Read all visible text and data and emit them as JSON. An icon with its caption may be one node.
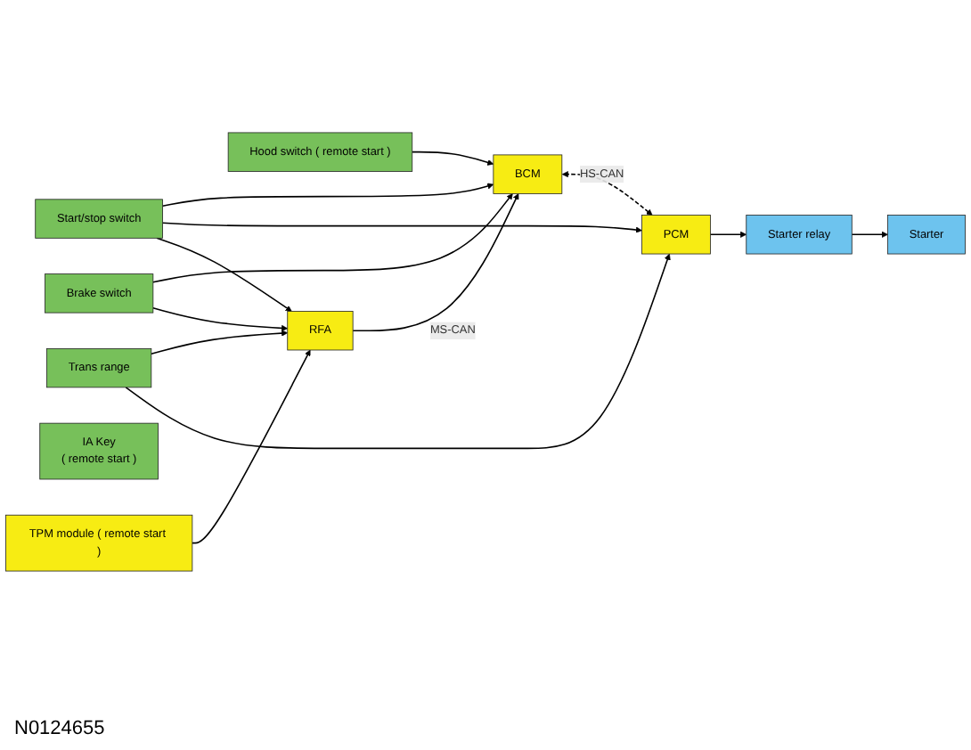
{
  "diagram": {
    "nodes": [
      {
        "text": [
          "Start/stop switch"
        ]
      },
      {
        "text": [
          "Hood switch ( remote start )"
        ]
      },
      {
        "text": [
          "Brake switch"
        ]
      },
      {
        "text": [
          "BCM"
        ]
      },
      {
        "text": [
          "PCM"
        ]
      },
      {
        "text": [
          "TPM module ( remote start )"
        ]
      },
      {
        "text": [
          "RFA"
        ]
      },
      {
        "text": [
          "Starter relay"
        ]
      },
      {
        "text": [
          "IA Key",
          "( remote start )"
        ]
      },
      {
        "text": [
          "Trans range"
        ]
      },
      {
        "text": [
          "Starter"
        ]
      }
    ],
    "edges": [
      {
        "from": 0,
        "to": 3,
        "arrow": "to"
      },
      {
        "from": 0,
        "to": 4,
        "arrow": "to"
      },
      {
        "from": 1,
        "to": 3,
        "arrow": "to"
      },
      {
        "from": 2,
        "to": 3,
        "arrow": "to"
      },
      {
        "from": 2,
        "to": 6,
        "arrow": "to"
      },
      {
        "from": 0,
        "to": 6,
        "arrow": "to"
      },
      {
        "from": 5,
        "to": 6,
        "arrow": "to"
      },
      {
        "from": 9,
        "to": 6,
        "arrow": "to"
      },
      {
        "from": 9,
        "to": 4,
        "arrow": "to"
      },
      {
        "from": 3,
        "to": 4,
        "arrow": "both",
        "label": "HS-CAN",
        "style": "dashed"
      },
      {
        "from": 6,
        "to": 3,
        "arrow": "to",
        "label": "MS-CAN"
      },
      {
        "from": 4,
        "to": 7,
        "arrow": "to"
      },
      {
        "from": 7,
        "to": 10,
        "arrow": "to"
      }
    ],
    "labels": [
      "N0124655"
    ]
  }
}
